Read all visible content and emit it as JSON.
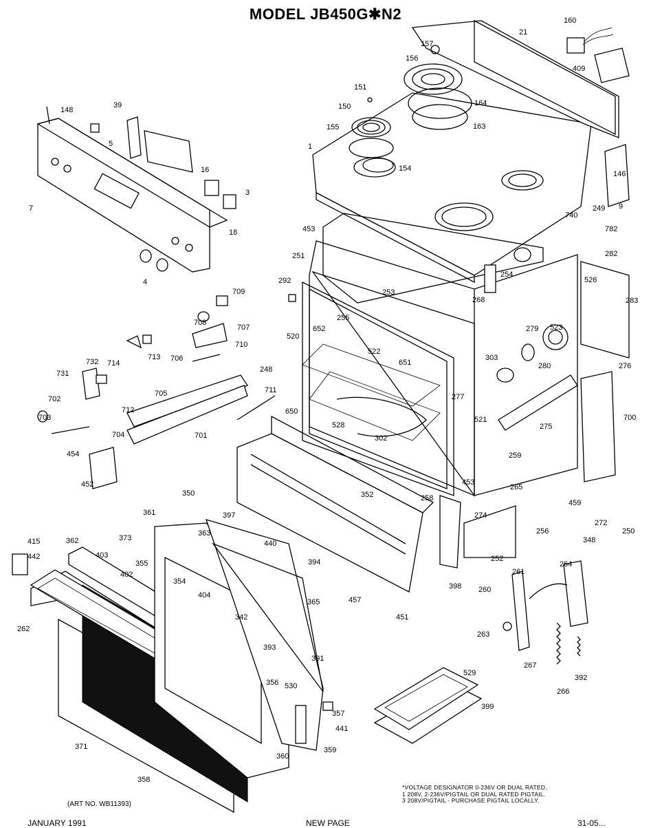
{
  "title": "MODEL JB450G✱N2",
  "art_no": "(ART NO. WB11393)",
  "voltage_note": [
    "*VOLTAGE DESIGNATOR 0-236V OR DUAL RATED.",
    "1  208V, 2-236V/PIGTAIL OR DUAL RATED PIGTAIL.",
    "3  208V/PIGTAIL - PURCHASE PIGTAIL LOCALLY."
  ],
  "footer": {
    "date": "JANUARY 1991",
    "center": "NEW PAGE",
    "right": "31-05..."
  },
  "parts": [
    "160",
    "21",
    "157",
    "409",
    "156",
    "151",
    "164",
    "150",
    "163",
    "155",
    "154",
    "1",
    "146",
    "9",
    "148",
    "39",
    "5",
    "16",
    "3",
    "7",
    "18",
    "4",
    "740",
    "249",
    "782",
    "453",
    "251",
    "292",
    "253",
    "254",
    "268",
    "282",
    "526",
    "283",
    "709",
    "708",
    "707",
    "710",
    "713",
    "714",
    "706",
    "255",
    "652",
    "522",
    "520",
    "651",
    "277",
    "523",
    "279",
    "280",
    "303",
    "276",
    "732",
    "731",
    "702",
    "712",
    "705",
    "248",
    "703",
    "711",
    "704",
    "701",
    "454",
    "650",
    "528",
    "302",
    "521",
    "275",
    "700",
    "452",
    "259",
    "453",
    "265",
    "258",
    "274",
    "459",
    "352",
    "350",
    "361",
    "397",
    "415",
    "362",
    "363",
    "373",
    "440",
    "403",
    "355",
    "394",
    "442",
    "402",
    "354",
    "404",
    "342",
    "256",
    "348",
    "272",
    "250",
    "252",
    "398",
    "457",
    "451",
    "365",
    "262",
    "260",
    "261",
    "264",
    "263",
    "267",
    "266",
    "392",
    "393",
    "391",
    "356",
    "530",
    "529",
    "399",
    "357",
    "441",
    "360",
    "359",
    "371",
    "358"
  ]
}
